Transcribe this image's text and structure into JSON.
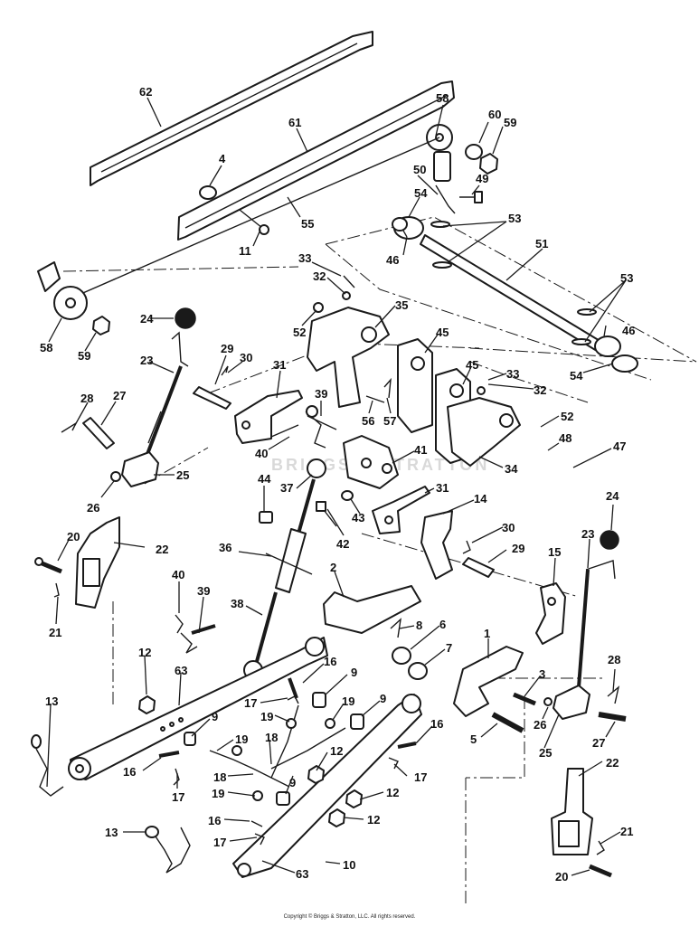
{
  "copyright": "Copyright © Briggs & Stratton, LLC. All rights reserved.",
  "watermark": "BRIGGS & STRATTON",
  "colors": {
    "line": "#1a1a1a",
    "background": "#ffffff",
    "watermark": "#d9d9d9"
  },
  "callouts": {
    "c62": "62",
    "c61": "61",
    "c58a": "58",
    "c60": "60",
    "c59a": "59",
    "c4": "4",
    "c55": "55",
    "c11": "11",
    "c50": "50",
    "c49": "49",
    "c53a": "53",
    "c54a": "54",
    "c46a": "46",
    "c51": "51",
    "c53b": "53",
    "c58b": "58",
    "c59b": "59",
    "c24a": "24",
    "c33a": "33",
    "c32a": "32",
    "c52a": "52",
    "c35": "35",
    "c46b": "46",
    "c54b": "54",
    "c23a": "23",
    "c29a": "29",
    "c30a": "30",
    "c31a": "31",
    "c45a": "45",
    "c45b": "45",
    "c33b": "33",
    "c32b": "32",
    "c28a": "28",
    "c27a": "27",
    "c39a": "39",
    "c56": "56",
    "c57": "57",
    "c52b": "52",
    "c48": "48",
    "c47": "47",
    "c40a": "40",
    "c41": "41",
    "c34": "34",
    "c25a": "25",
    "c26a": "26",
    "c44": "44",
    "c37": "37",
    "c31b": "31",
    "c14": "14",
    "c43": "43",
    "c42": "42",
    "c24b": "24",
    "c20a": "20",
    "c22a": "22",
    "c30b": "30",
    "c23b": "23",
    "c15": "15",
    "c29b": "29",
    "c36": "36",
    "c21a": "21",
    "c2": "2",
    "c40b": "40",
    "c39b": "39",
    "c38": "38",
    "c8": "8",
    "c6": "6",
    "c7": "7",
    "c1": "1",
    "c12a": "12",
    "c63a": "63",
    "c16a": "16",
    "c9a": "9",
    "c3": "3",
    "c28b": "28",
    "c13a": "13",
    "c17a": "17",
    "c19a": "19",
    "c19b": "19",
    "c9b": "9",
    "c26b": "26",
    "c5": "5",
    "c9c": "9",
    "c16b": "16",
    "c27b": "27",
    "c19c": "19",
    "c18a": "18",
    "c12b": "12",
    "c25b": "25",
    "c16c": "16",
    "c17b": "17",
    "c18b": "18",
    "c9d": "9",
    "c17c": "17",
    "c22b": "22",
    "c19d": "19",
    "c12c": "12",
    "c13b": "13",
    "c16d": "16",
    "c12d": "12",
    "c21b": "21",
    "c17d": "17",
    "c63b": "63",
    "c10": "10",
    "c20b": "20"
  }
}
